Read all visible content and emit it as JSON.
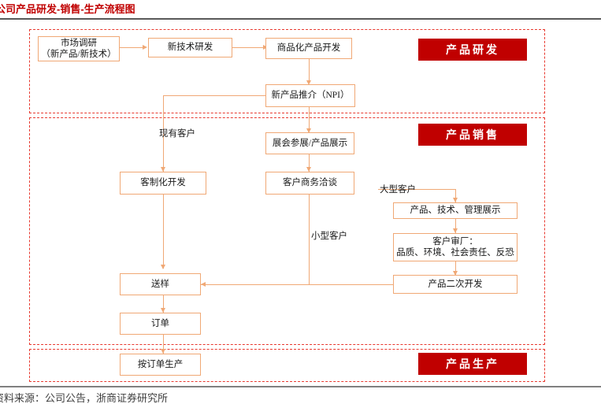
{
  "document": {
    "title": "公司产品研发-销售-生产流程图",
    "source": "资料来源：公司公告，浙商证券研究所"
  },
  "colors": {
    "title_red": "#c00000",
    "stage_fill": "#c00000",
    "section_dash": "#e8392f",
    "node_border": "#f0a875",
    "connector": "#f0a875",
    "text": "#1a1a1a"
  },
  "stages": [
    {
      "id": "rd",
      "label": "产品研发"
    },
    {
      "id": "sales",
      "label": "产品销售"
    },
    {
      "id": "mfg",
      "label": "产品生产"
    }
  ],
  "nodes": [
    {
      "id": "market-research",
      "label": "市场调研\n（新产品/新技术）"
    },
    {
      "id": "new-tech-rd",
      "label": "新技术研发"
    },
    {
      "id": "commercial-dev",
      "label": "商品化产品开发"
    },
    {
      "id": "npi",
      "label": "新产品推介（NPI）"
    },
    {
      "id": "exhibition",
      "label": "展会参展/产品展示"
    },
    {
      "id": "custom-dev",
      "label": "客制化开发"
    },
    {
      "id": "business-talk",
      "label": "客户商务洽谈"
    },
    {
      "id": "pt-m-display",
      "label": "产品、技术、管理展示"
    },
    {
      "id": "factory-audit",
      "label": "客户审厂：\n品质、环境、社会责任、反恐"
    },
    {
      "id": "secondary-dev",
      "label": "产品二次开发"
    },
    {
      "id": "sample",
      "label": "送样"
    },
    {
      "id": "order",
      "label": "订单"
    },
    {
      "id": "make-to-order",
      "label": "按订单生产"
    }
  ],
  "edge_labels": [
    {
      "id": "existing-customer",
      "label": "现有客户"
    },
    {
      "id": "large-customer",
      "label": "大型客户"
    },
    {
      "id": "small-customer",
      "label": "小型客户"
    }
  ]
}
